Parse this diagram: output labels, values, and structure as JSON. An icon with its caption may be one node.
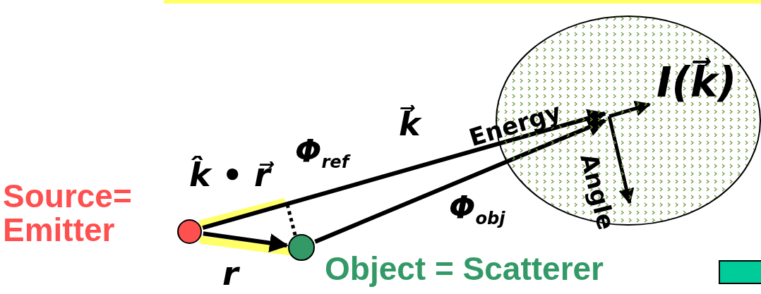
{
  "diagram": {
    "nodes": [
      {
        "text": [],
        "shape": "circle",
        "beside": [
          "Source= Emitter"
        ]
      },
      {
        "text": [],
        "shape": "circle",
        "beside": [
          "Object = Scatterer"
        ]
      },
      {
        "text": [
          "I(k⃗)"
        ]
      },
      {
        "text": [],
        "shape": "box"
      }
    ],
    "edges": [
      {
        "from": 0,
        "to": 2,
        "arrow": "to",
        "label": "Φ$_{ref}$"
      },
      {
        "from": 1,
        "to": 2,
        "arrow": "to",
        "label": "Φ$_{obj}$"
      },
      {
        "from": 0,
        "to": 1,
        "arrow": "to",
        "label": "r"
      }
    ],
    "labels": [
      "k̂ • r⃗",
      "k⃗",
      "Energy",
      "Angle"
    ]
  }
}
